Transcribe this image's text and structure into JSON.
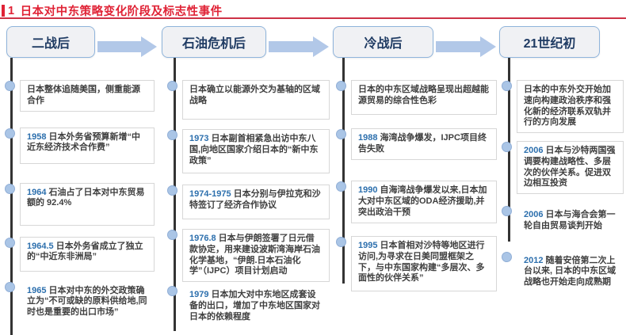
{
  "title": {
    "marker": "1",
    "text": "日本对中东策略变化阶段及标志性事件"
  },
  "colors": {
    "title_red": "#e02336",
    "underline_red": "#cd3246",
    "header_navy": "#1f3b63",
    "header_border_blue": "#8fb4db",
    "arrow_blue": "#b2c8e8",
    "dot_blue": "#aac5e6",
    "year_blue": "#2c6fad",
    "body_text": "#3f3f3f"
  },
  "columns": [
    {
      "header": "二战后",
      "items": [
        {
          "year": "",
          "text": "日本整体追随美国，侧重能源合作"
        },
        {
          "year": "1958",
          "text": "日本外务省预算新增“中近东经济技术合作费”"
        },
        {
          "year": "1964",
          "text": "石油占了日本对中东贸易额的 92.4%"
        },
        {
          "year": "1964.5",
          "text": "日本外务省成立了独立的“中近东非洲局”"
        },
        {
          "year": "1965",
          "text": "日本对中东的外交政策确立为“不可或缺的原料供给地,同时也是重要的出口市场”"
        }
      ]
    },
    {
      "header": "石油危机后",
      "items": [
        {
          "year": "",
          "text": "日本确立以能源外交为基轴的区域战略"
        },
        {
          "year": "1973",
          "text": "日本副首相紧急出访中东八国,向地区国家介绍日本的“新中东政策”"
        },
        {
          "year": "1974-1975",
          "text": "日本分别与伊拉克和沙特签订了经济合作协议"
        },
        {
          "year": "1976.8",
          "text": "日本与伊朗签署了日元借款协定，用来建设波斯湾海岸石油化学基地，“伊朗.日本石油化学”（IJPC）项目计划启动"
        },
        {
          "year": "1979",
          "text": "日本加大对中东地区成套设备的出口，增加了中东地区国家对日本的依赖程度"
        }
      ]
    },
    {
      "header": "冷战后",
      "items": [
        {
          "year": "",
          "text": "日本的中东区域战略呈现出超越能源贸易的综合性色彩"
        },
        {
          "year": "1988",
          "text": "海湾战争爆发，IJPC项目终告失败"
        },
        {
          "year": "1990",
          "text": "自海湾战争爆发以来,日本加大对中东区域的ODA经济援助,并突出政治干预"
        },
        {
          "year": "1995",
          "text": "日本首相对沙特等地区进行访问,为寻求在日美同盟框架之下，与中东国家构建“多层次、多面性的伙伴关系”"
        }
      ]
    },
    {
      "header": "21世纪初",
      "items": [
        {
          "year": "",
          "text": "日本的中东外交开始加速向构建政治秩序和强化新的经济联系双轨并行的方向发展"
        },
        {
          "year": "2006",
          "text": "日本与沙特两国强调要构建战略性、多层次的伙伴关系。促进双边相互投资"
        },
        {
          "year": "2006",
          "text": "日本与海合会第一轮自由贸易谈判开始"
        },
        {
          "year": "2012",
          "text": "随着安倍第二次上台以来, 日本的中东区域战略也开始走向成熟期"
        }
      ]
    }
  ]
}
